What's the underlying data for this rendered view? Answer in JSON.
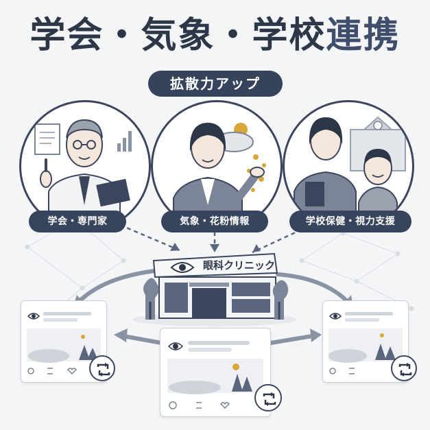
{
  "header": {
    "title_main": "学会・気象・学校",
    "title_accent": "連携",
    "subtitle": "拡散力アップ"
  },
  "sources": [
    {
      "label": "学会・専門家",
      "icon": "doctor-illustration"
    },
    {
      "label": "気象・花粉情報",
      "icon": "weather-presenter-illustration"
    },
    {
      "label": "学校保健・視力支援",
      "icon": "school-nurse-and-student-illustration"
    }
  ],
  "hub": {
    "sign": "眼科クリニック",
    "icon": "eye-icon"
  },
  "colors": {
    "navy": "#36435c",
    "text": "#2d3748",
    "background": "#f4f5f7",
    "pollen": "#d9a63a"
  }
}
